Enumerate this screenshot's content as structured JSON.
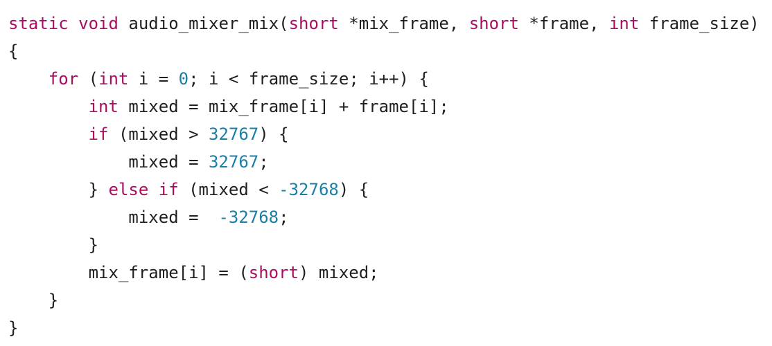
{
  "editor": {
    "colors": {
      "background": "#ffffff",
      "keyword": "#aa0d5f",
      "number": "#1a7fa8",
      "text": "#1f1f1f"
    },
    "lines": [
      [
        [
          "k",
          "static"
        ],
        [
          "p",
          " "
        ],
        [
          "k",
          "void"
        ],
        [
          "p",
          " audio_mixer_mix("
        ],
        [
          "k",
          "short"
        ],
        [
          "p",
          " *mix_frame, "
        ],
        [
          "k",
          "short"
        ],
        [
          "p",
          " *frame, "
        ],
        [
          "k",
          "int"
        ],
        [
          "p",
          " frame_size)"
        ]
      ],
      [
        [
          "p",
          "{"
        ]
      ],
      [
        [
          "p",
          "    "
        ],
        [
          "k",
          "for"
        ],
        [
          "p",
          " ("
        ],
        [
          "k",
          "int"
        ],
        [
          "p",
          " i = "
        ],
        [
          "n",
          "0"
        ],
        [
          "p",
          "; i < frame_size; i++) {"
        ]
      ],
      [
        [
          "p",
          "        "
        ],
        [
          "k",
          "int"
        ],
        [
          "p",
          " mixed = mix_frame[i] + frame[i];"
        ]
      ],
      [
        [
          "p",
          "        "
        ],
        [
          "k",
          "if"
        ],
        [
          "p",
          " (mixed > "
        ],
        [
          "n",
          "32767"
        ],
        [
          "p",
          ") {"
        ]
      ],
      [
        [
          "p",
          "            mixed = "
        ],
        [
          "n",
          "32767"
        ],
        [
          "p",
          ";"
        ]
      ],
      [
        [
          "p",
          "        } "
        ],
        [
          "k",
          "else"
        ],
        [
          "p",
          " "
        ],
        [
          "k",
          "if"
        ],
        [
          "p",
          " (mixed < "
        ],
        [
          "n",
          "-32768"
        ],
        [
          "p",
          ") {"
        ]
      ],
      [
        [
          "p",
          "            mixed =  "
        ],
        [
          "n",
          "-32768"
        ],
        [
          "p",
          ";"
        ]
      ],
      [
        [
          "p",
          "        }"
        ]
      ],
      [
        [
          "p",
          "        mix_frame[i] = ("
        ],
        [
          "k",
          "short"
        ],
        [
          "p",
          ") mixed;"
        ]
      ],
      [
        [
          "p",
          "    }"
        ]
      ],
      [
        [
          "p",
          "}"
        ]
      ]
    ]
  }
}
